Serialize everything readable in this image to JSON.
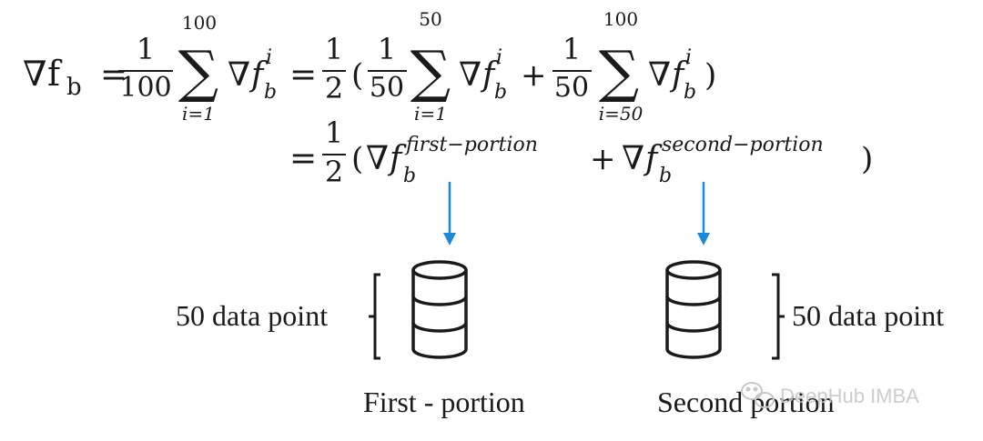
{
  "equation": {
    "lhs_nabla": "∇",
    "lhs_f": "f",
    "lhs_sub": "b",
    "eq": "=",
    "frac_num_1": "1",
    "frac_den_100": "100",
    "sum_sym": "∑",
    "sum1_top": "100",
    "sum1_bottom": "i=1",
    "term_nabla": "∇",
    "term_f": "f",
    "term_sub": "b",
    "term_sup": "i",
    "half_num": "1",
    "half_den": "2",
    "open_paren": "(",
    "close_paren": ")",
    "frac_den_50": "50",
    "sum2_top": "50",
    "sum2_bottom": "i=1",
    "plus": "+",
    "sum3_top": "100",
    "sum3_bottom": "i=50",
    "sup_first": "first−portion",
    "sup_second": "second−portion"
  },
  "portions": {
    "left_count": "50 data point",
    "right_count": "50 data point",
    "left_label": "First - portion",
    "right_label": "Second portion"
  },
  "watermark": {
    "text": "DeepHub IMBA"
  },
  "colors": {
    "arrow": "#1e88d8",
    "ink": "#1a1a1a",
    "watermark": "#c8c8c8"
  }
}
